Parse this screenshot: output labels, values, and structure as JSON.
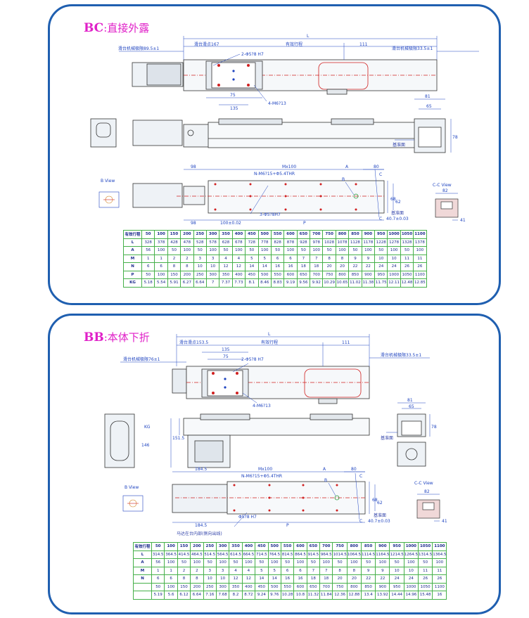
{
  "bc": {
    "code": "BC",
    "title": ":直接外露",
    "dims": {
      "L": "L",
      "A": "A",
      "P": "P",
      "Mx100": "Mx100",
      "stroke": "有效行程",
      "d111": "111",
      "d75": "75",
      "d135": "135",
      "d81": "81",
      "d65": "65",
      "d78": "78",
      "d98": "98",
      "d98b": "98",
      "d80": "80",
      "d68": "68",
      "d62": "62",
      "d82": "82",
      "d41": "41",
      "pitch": "100±0.02",
      "datum": "40.7±0.03"
    },
    "notes": {
      "slider_start": "滑台滑点167",
      "motor_mount_left": "滑台机械极限89.5±1",
      "motor_mount_right": "滑台机械极限33.5±1",
      "pin_holes": "2-Φ5?8 H7",
      "m6": "4-M6?13",
      "n_m6": "N-M6?15+Φ5.4THR",
      "phi5": "3-Φ5?8H7",
      "ref_face": "基准面",
      "ref_face2": "基准面",
      "b_view": "B View",
      "cc_view": "C-C View",
      "b": "B",
      "c1": "C",
      "c2": "C"
    },
    "table": [
      [
        "有效行程",
        "50",
        "100",
        "150",
        "200",
        "250",
        "300",
        "350",
        "400",
        "450",
        "500",
        "550",
        "600",
        "650",
        "700",
        "750",
        "800",
        "850",
        "900",
        "950",
        "1000",
        "1050",
        "1100"
      ],
      [
        "L",
        "328",
        "378",
        "428",
        "478",
        "528",
        "578",
        "628",
        "678",
        "728",
        "778",
        "828",
        "878",
        "928",
        "978",
        "1028",
        "1078",
        "1128",
        "1178",
        "1228",
        "1278",
        "1328",
        "1378"
      ],
      [
        "A",
        "56",
        "100",
        "50",
        "100",
        "50",
        "100",
        "50",
        "100",
        "50",
        "100",
        "50",
        "100",
        "50",
        "100",
        "50",
        "100",
        "50",
        "100",
        "50",
        "100",
        "50",
        "100"
      ],
      [
        "M",
        "1",
        "1",
        "2",
        "2",
        "3",
        "3",
        "4",
        "4",
        "5",
        "5",
        "6",
        "6",
        "7",
        "7",
        "8",
        "8",
        "9",
        "9",
        "10",
        "10",
        "11",
        "11"
      ],
      [
        "N",
        "6",
        "6",
        "8",
        "8",
        "10",
        "10",
        "12",
        "12",
        "14",
        "14",
        "16",
        "16",
        "18",
        "18",
        "20",
        "20",
        "22",
        "22",
        "24",
        "24",
        "26",
        "26"
      ],
      [
        "P",
        "50",
        "100",
        "150",
        "200",
        "250",
        "300",
        "350",
        "400",
        "450",
        "500",
        "550",
        "600",
        "650",
        "700",
        "750",
        "800",
        "850",
        "900",
        "950",
        "1000",
        "1050",
        "1100"
      ],
      [
        "KG",
        "5.18",
        "5.54",
        "5.91",
        "6.27",
        "6.64",
        "7",
        "7.37",
        "7.73",
        "8.1",
        "8.46",
        "8.83",
        "9.19",
        "9.56",
        "9.92",
        "10.29",
        "10.65",
        "11.02",
        "11.38",
        "11.75",
        "12.11",
        "12.48",
        "12.85"
      ]
    ]
  },
  "bb": {
    "code": "BB",
    "title": ":本体下折",
    "dims": {
      "L": "L",
      "A": "A",
      "P": "P",
      "Mx100": "Mx100",
      "stroke": "有效行程",
      "d111": "111",
      "d135": "135",
      "d75": "75",
      "d81": "81",
      "d65": "65",
      "d78": "78",
      "d1515": "151.5",
      "d146": "146",
      "d1845": "184.5",
      "d1845b": "184.5",
      "d80": "80",
      "d68": "68",
      "d62": "62",
      "d82": "82",
      "d41": "41",
      "datum": "40.7±0.03",
      "kg": "KG"
    },
    "notes": {
      "slider_start": "滑台滑点153.5",
      "motor_mount_left": "滑台机械极限76±1",
      "motor_mount_right": "滑台机械极限33.5±1",
      "pin_holes": "2-Φ5?8 H7",
      "m6": "4-M6?13",
      "n_m6": "N-M6?15+Φ5.4THR",
      "phi5": "Φ5?8 H7",
      "ref_face": "基准面",
      "ref_face2": "基准面",
      "bottom_note": "马达在台内部(侧向出线)",
      "b_view": "B View",
      "cc_view": "C-C View",
      "b": "B",
      "c1": "C",
      "c2": "C"
    },
    "table": [
      [
        "有效行程",
        "50",
        "100",
        "150",
        "200",
        "250",
        "300",
        "350",
        "400",
        "450",
        "500",
        "550",
        "600",
        "650",
        "700",
        "750",
        "800",
        "850",
        "900",
        "950",
        "1000",
        "1050",
        "1100"
      ],
      [
        "L",
        "314.5",
        "364.5",
        "414.5",
        "464.5",
        "514.5",
        "564.5",
        "614.5",
        "664.5",
        "714.5",
        "764.5",
        "814.5",
        "864.5",
        "914.5",
        "964.5",
        "1014.5",
        "1064.5",
        "1114.5",
        "1164.5",
        "1214.5",
        "1264.5",
        "1314.5",
        "1364.5"
      ],
      [
        "A",
        "56",
        "100",
        "50",
        "100",
        "50",
        "100",
        "50",
        "100",
        "50",
        "100",
        "50",
        "100",
        "50",
        "100",
        "50",
        "100",
        "50",
        "100",
        "50",
        "100",
        "50",
        "100"
      ],
      [
        "M",
        "1",
        "1",
        "2",
        "2",
        "3",
        "3",
        "4",
        "4",
        "5",
        "5",
        "6",
        "6",
        "7",
        "7",
        "8",
        "8",
        "9",
        "9",
        "10",
        "10",
        "11",
        "11"
      ],
      [
        "N",
        "6",
        "6",
        "8",
        "8",
        "10",
        "10",
        "12",
        "12",
        "14",
        "14",
        "16",
        "16",
        "18",
        "18",
        "20",
        "20",
        "22",
        "22",
        "24",
        "24",
        "26",
        "26"
      ],
      [
        "",
        "50",
        "100",
        "150",
        "200",
        "250",
        "300",
        "350",
        "400",
        "450",
        "500",
        "550",
        "600",
        "650",
        "700",
        "750",
        "800",
        "850",
        "900",
        "950",
        "1000",
        "1050",
        "1100"
      ],
      [
        "",
        "5.19",
        "5.6",
        "6.12",
        "6.64",
        "7.16",
        "7.68",
        "8.2",
        "8.72",
        "9.24",
        "9.76",
        "10.28",
        "10.8",
        "11.32",
        "11.84",
        "12.36",
        "12.88",
        "13.4",
        "13.92",
        "14.44",
        "14.96",
        "15.48",
        "16"
      ]
    ]
  },
  "colors": {
    "frame": "#1f5fb0",
    "title": "#e020c8",
    "dim": "#1f44c0",
    "red": "#d02020",
    "grid": "#46b04a"
  }
}
